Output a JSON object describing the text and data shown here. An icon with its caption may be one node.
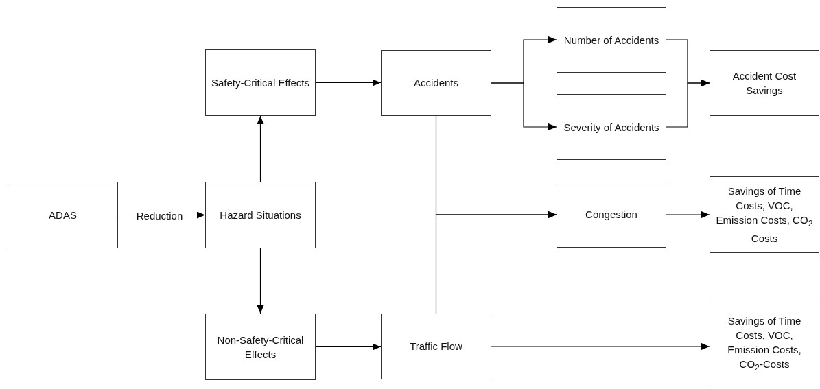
{
  "diagram": {
    "nodes": [
      {
        "text": [
          "ADAS"
        ]
      },
      {
        "text": [
          "Hazard Situations"
        ]
      },
      {
        "text": [
          "Safety-Critical Effects"
        ]
      },
      {
        "text": [
          "Non-Safety-Critical Effects"
        ]
      },
      {
        "text": [
          "Accidents"
        ]
      },
      {
        "text": [
          "Traffic Flow"
        ]
      },
      {
        "text": [
          "Number of Accidents"
        ]
      },
      {
        "text": [
          "Severity of Accidents"
        ]
      },
      {
        "text": [
          "Accident Cost Savings"
        ]
      },
      {
        "text": [
          "Congestion"
        ]
      },
      {
        "text": [
          "Savings of Time Costs, VOC, Emission Costs, CO$_{2}$ Costs"
        ]
      },
      {
        "text": [
          "Savings of Time Costs, VOC, Emission Costs, CO$_{2}$-Costs"
        ]
      }
    ],
    "edges": [
      {
        "from": 0,
        "to": 1,
        "arrow": "to",
        "label": "Reduction"
      },
      {
        "from": 1,
        "to": 2,
        "arrow": "to"
      },
      {
        "from": 1,
        "to": 3,
        "arrow": "to"
      },
      {
        "from": 2,
        "to": 4,
        "arrow": "to"
      },
      {
        "from": 3,
        "to": 5,
        "arrow": "to"
      },
      {
        "from": 4,
        "to": 6,
        "arrow": "to"
      },
      {
        "from": 4,
        "to": 7,
        "arrow": "to"
      },
      {
        "from": 6,
        "to": 8,
        "arrow": "to"
      },
      {
        "from": 7,
        "to": 8,
        "arrow": "to"
      },
      {
        "from": 4,
        "to": 9,
        "arrow": "to"
      },
      {
        "from": 5,
        "to": 9,
        "arrow": "to"
      },
      {
        "from": 9,
        "to": 10,
        "arrow": "to"
      },
      {
        "from": 5,
        "to": 11,
        "arrow": "to"
      }
    ]
  }
}
